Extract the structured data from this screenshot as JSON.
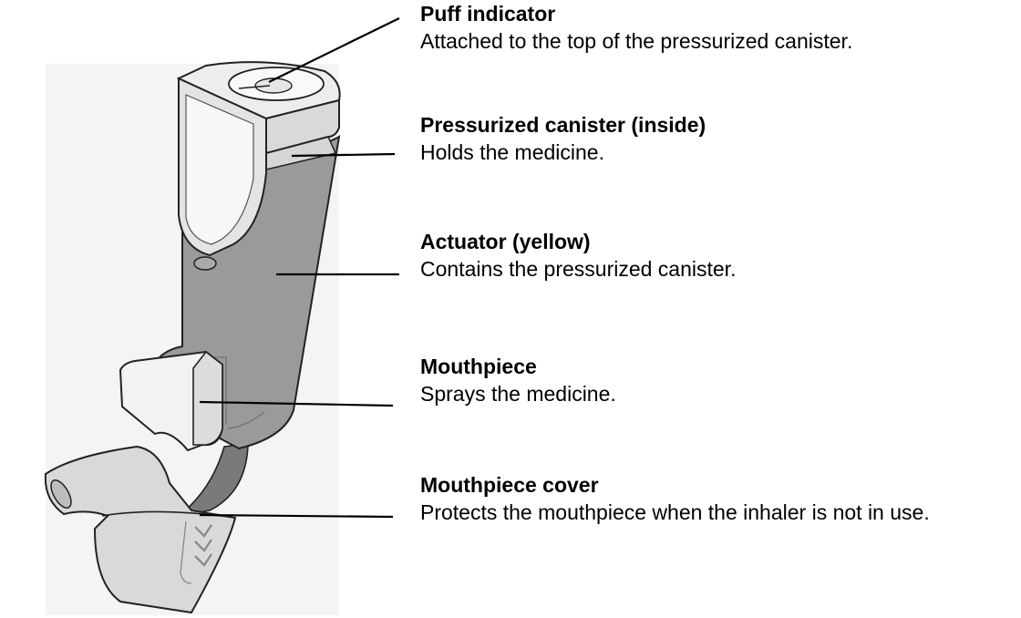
{
  "labels": {
    "puff_indicator": {
      "name": "Puff indicator",
      "description": "Attached to the top of the pressurized canister."
    },
    "canister": {
      "name": "Pressurized canister (inside)",
      "description": "Holds the medicine."
    },
    "actuator": {
      "name": "Actuator (yellow)",
      "description": "Contains the pressurized canister."
    },
    "mouthpiece": {
      "name": "Mouthpiece",
      "description": "Sprays the medicine."
    },
    "mouthpiece_cover": {
      "name": "Mouthpiece cover",
      "description": "Protects the mouthpiece when the inhaler is not in use."
    }
  },
  "colors": {
    "actuator_fill": "#9a9a9a",
    "light_part_fill": "#d9d9d9",
    "outline": "#222222",
    "background_panel": "#f3f3f3",
    "leader_line": "#000000"
  }
}
